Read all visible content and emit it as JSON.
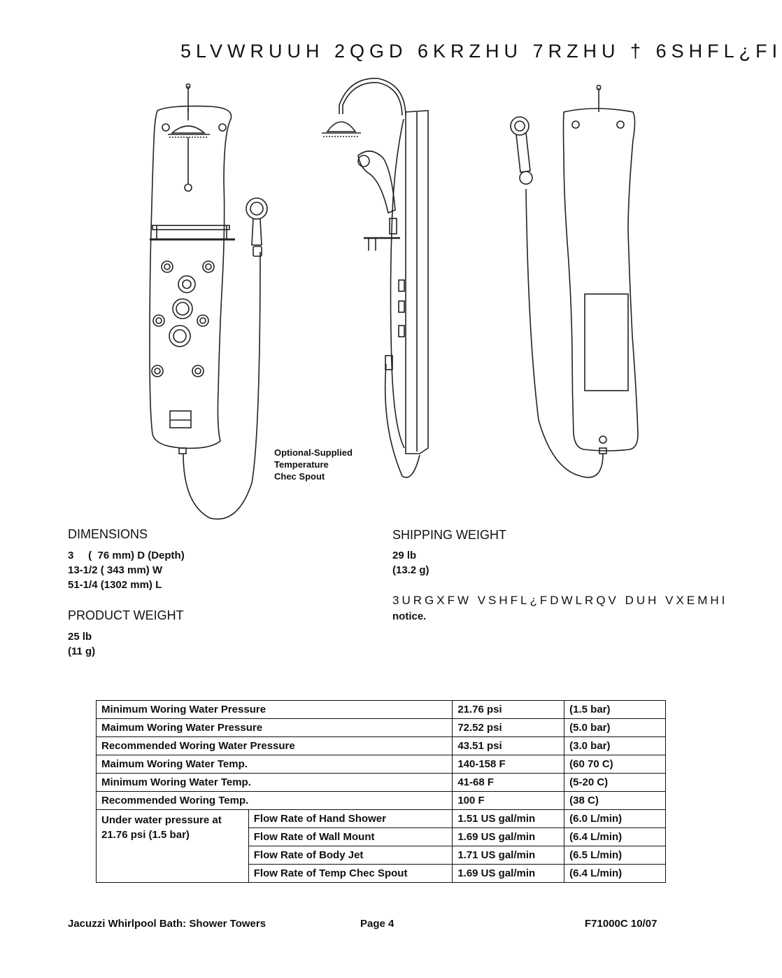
{
  "title": "5LVWRUUH 2QGD 6KRZHU 7RZHU † 6SHFL¿FI",
  "callout": {
    "line1": "Optional-Supplied",
    "line2": "Temperature",
    "line3": "Chec Spout"
  },
  "dimensions": {
    "heading": "DIMENSIONS",
    "line1": "3     (  76 mm) D (Depth)",
    "line2": "13-1/2 ( 343 mm) W",
    "line3": "51-1/4 (1302 mm) L"
  },
  "product_weight": {
    "heading": "PRODUCT WEIGHT",
    "line1": "25 lb",
    "line2": "(11 g)"
  },
  "shipping_weight": {
    "heading": "SHIPPING WEIGHT",
    "line1": "29 lb",
    "line2": "(13.2 g)"
  },
  "notice": {
    "line1": "3URGXFW VSHFL¿FDWLRQV DUH VXEMHI",
    "line2": "notice."
  },
  "spec_table": {
    "rows": [
      {
        "label": "Minimum Woring Water Pressure",
        "us": "21.76 psi",
        "metric": "(1.5 bar)"
      },
      {
        "label": "Maimum Woring Water Pressure",
        "us": "72.52 psi",
        "metric": "(5.0 bar)"
      },
      {
        "label": "Recommended Woring Water Pressure",
        "us": "43.51 psi",
        "metric": "(3.0 bar)"
      },
      {
        "label": "Maimum Woring Water Temp.",
        "us": "140-158 F",
        "metric": "(60  70 C)"
      },
      {
        "label": "Minimum Woring Water Temp.",
        "us": "41-68 F",
        "metric": "(5-20 C)"
      },
      {
        "label": "Recommended Woring Temp.",
        "us": "100 F",
        "metric": "(38 C)"
      }
    ],
    "flow_group_label1": "Under water pressure at",
    "flow_group_label2": "21.76 psi (1.5 bar)",
    "flow_rows": [
      {
        "label": "Flow Rate of Hand Shower",
        "us": "1.51 US gal/min",
        "metric": "(6.0 L/min)"
      },
      {
        "label": "Flow Rate of Wall Mount",
        "us": "1.69 US gal/min",
        "metric": "(6.4 L/min)"
      },
      {
        "label": "Flow Rate of Body Jet",
        "us": "1.71 US gal/min",
        "metric": "(6.5 L/min)"
      },
      {
        "label": "Flow Rate of Temp Chec Spout",
        "us": "1.69 US gal/min",
        "metric": "(6.4 L/min)"
      }
    ]
  },
  "footer": {
    "left": "Jacuzzi Whirlpool Bath: Shower Towers",
    "center": "Page 4",
    "right": "F71000C  10/07"
  }
}
